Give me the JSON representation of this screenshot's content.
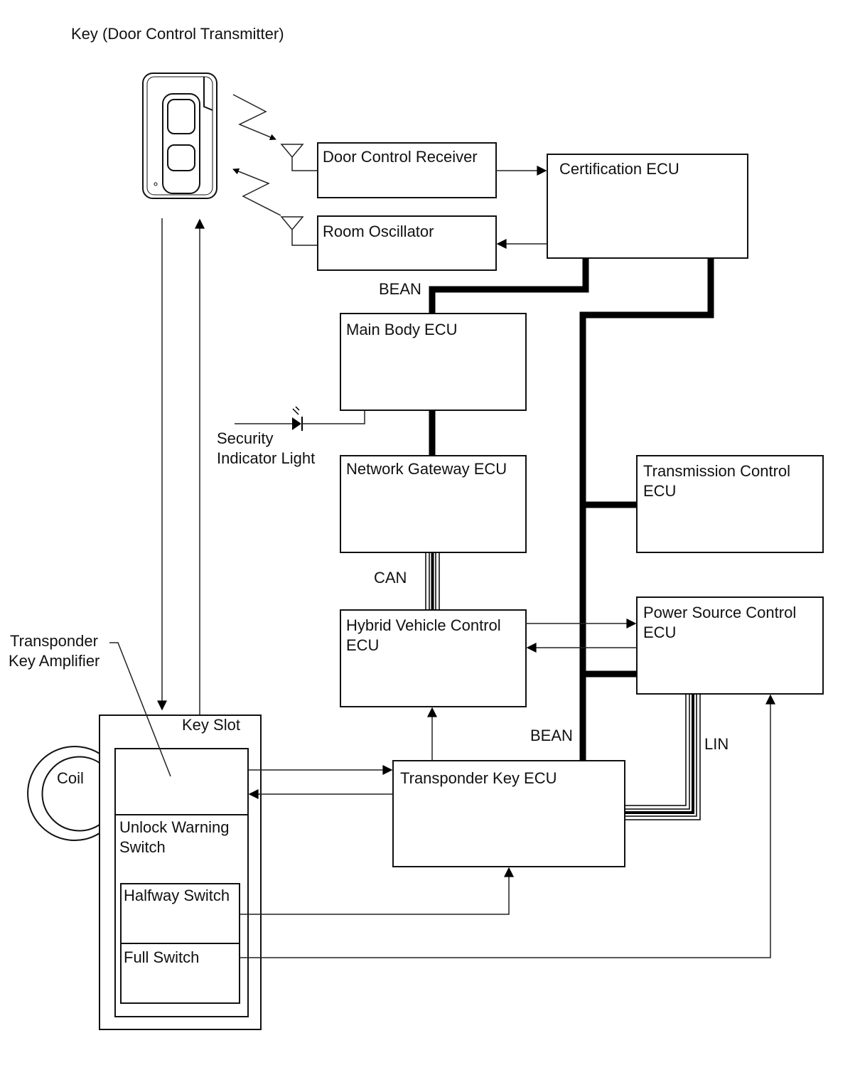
{
  "title": "Key (Door Control Transmitter)",
  "components": {
    "door_control_receiver": "Door Control Receiver",
    "room_oscillator": "Room Oscillator",
    "certification_ecu": "Certification ECU",
    "main_body_ecu": "Main Body ECU",
    "network_gateway_ecu": "Network Gateway ECU",
    "transmission_control_ecu": [
      "Transmission Control",
      "ECU"
    ],
    "power_source_control_ecu": [
      "Power Source Control",
      "ECU"
    ],
    "hybrid_vehicle_control_ecu": [
      "Hybrid Vehicle Control",
      "ECU"
    ],
    "transponder_key_ecu": "Transponder Key ECU",
    "key_slot": "Key Slot",
    "unlock_warning_switch": [
      "Unlock Warning",
      "Switch"
    ],
    "halfway_switch": "Halfway Switch",
    "full_switch": "Full Switch",
    "coil": "Coil",
    "transponder_key_amplifier": [
      "Transponder",
      "Key Amplifier"
    ],
    "security_indicator_light": [
      "Security",
      "Indicator Light"
    ]
  },
  "buses": {
    "bean_top": "BEAN",
    "bean_bottom": "BEAN",
    "can": "CAN",
    "lin": "LIN"
  }
}
